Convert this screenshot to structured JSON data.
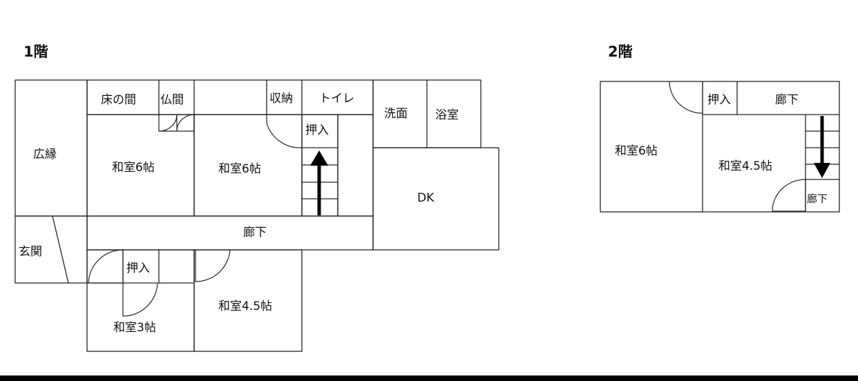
{
  "floors": {
    "first": {
      "title": "1階",
      "rooms": {
        "hiroen": "広縁",
        "tokonoma": "床の間",
        "butsuma": "仏間",
        "shuno": "収納",
        "toilet": "トイレ",
        "senmen": "洗面",
        "yokushitsu": "浴室",
        "washitsu6_a": "和室6帖",
        "washitsu6_b": "和室6帖",
        "oshiire_stair": "押入",
        "dk": "DK",
        "genkan": "玄関",
        "roka": "廊下",
        "oshiire_lower": "押入",
        "washitsu3": "和室3帖",
        "washitsu45": "和室4.5帖"
      }
    },
    "second": {
      "title": "2階",
      "rooms": {
        "washitsu6": "和室6帖",
        "oshiire": "押入",
        "roka_top": "廊下",
        "washitsu45": "和室4.5帖",
        "roka_small": "廊下"
      }
    }
  }
}
